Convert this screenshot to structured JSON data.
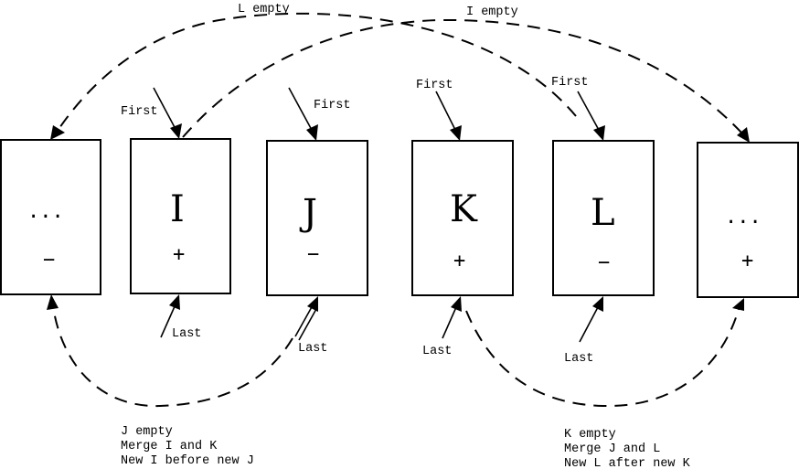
{
  "boxes": [
    {
      "id": "left-ellipsis",
      "letter": "...",
      "sign": "−"
    },
    {
      "id": "I",
      "letter": "I",
      "sign": "+"
    },
    {
      "id": "J",
      "letter": "J",
      "sign": "−"
    },
    {
      "id": "K",
      "letter": "K",
      "sign": "+"
    },
    {
      "id": "L",
      "letter": "L",
      "sign": "−"
    },
    {
      "id": "right-ellipsis",
      "letter": "...",
      "sign": "+"
    }
  ],
  "pointers": {
    "first": "First",
    "last": "Last"
  },
  "links": {
    "l_empty": "L empty",
    "i_empty": "I empty"
  },
  "notes": {
    "left": [
      "J empty",
      "Merge I and K",
      "New I before new J"
    ],
    "right": [
      "K empty",
      "Merge J and L",
      "New L after new K"
    ]
  }
}
